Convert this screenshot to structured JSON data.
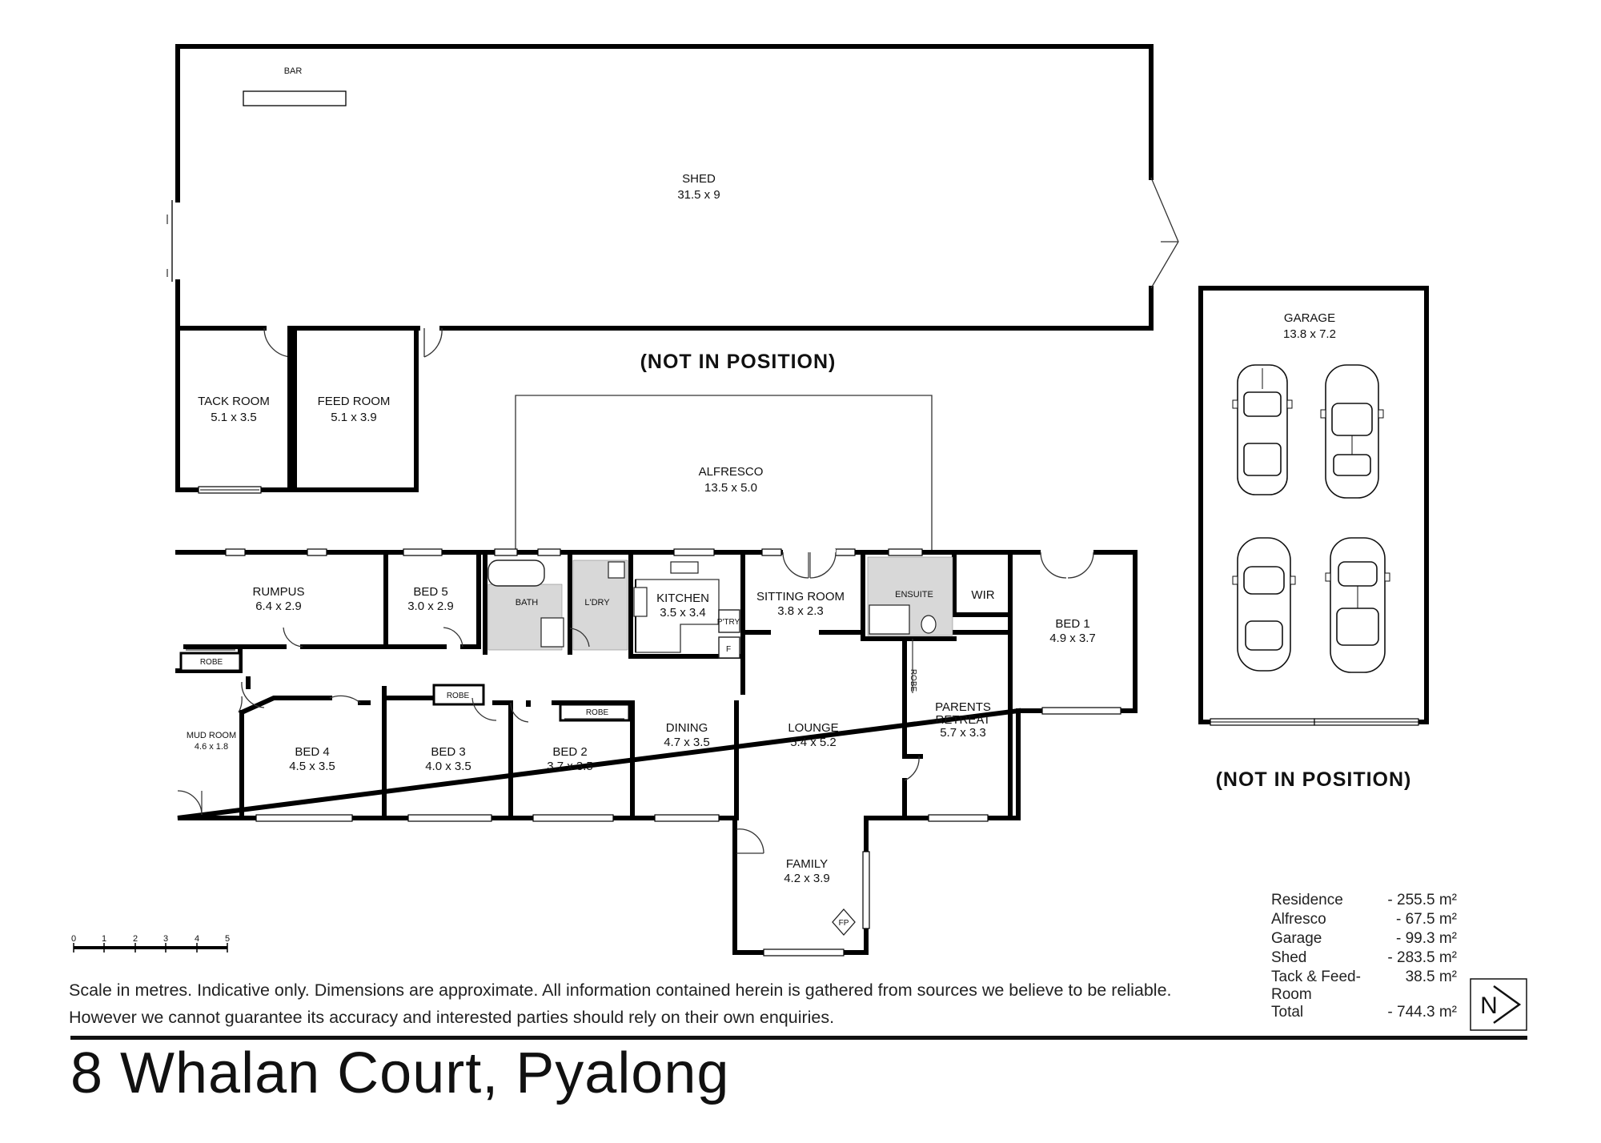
{
  "rooms": {
    "bar": "BAR",
    "shed": {
      "name": "SHED",
      "dims": "31.5 x 9"
    },
    "tack_room": {
      "name": "TACK ROOM",
      "dims": "5.1 x 3.5"
    },
    "feed_room": {
      "name": "FEED ROOM",
      "dims": "5.1 x 3.9"
    },
    "alfresco": {
      "name": "ALFRESCO",
      "dims": "13.5 x 5.0"
    },
    "garage": {
      "name": "GARAGE",
      "dims": "13.8 x 7.2"
    },
    "rumpus": {
      "name": "RUMPUS",
      "dims": "6.4 x 2.9"
    },
    "bed5": {
      "name": "BED 5",
      "dims": "3.0 x 2.9"
    },
    "bath": {
      "name": "BATH"
    },
    "ldry": {
      "name": "L'DRY"
    },
    "kitchen": {
      "name": "KITCHEN",
      "dims": "3.5 x 3.4"
    },
    "ptry": "P'TRY",
    "fridge": "F",
    "sitting_room": {
      "name": "SITTING ROOM",
      "dims": "3.8 x 2.3"
    },
    "ensuite": {
      "name": "ENSUITE"
    },
    "wir": {
      "name": "WIR"
    },
    "bed1": {
      "name": "BED 1",
      "dims": "4.9 x 3.7"
    },
    "robe_mud": "ROBE",
    "mud_room": {
      "name": "MUD ROOM",
      "dims": "4.6 x 1.8"
    },
    "bed4": {
      "name": "BED 4",
      "dims": "4.5 x 3.5"
    },
    "robe_bed3": "ROBE",
    "bed3": {
      "name": "BED 3",
      "dims": "4.0 x 3.5"
    },
    "robe_bed2": "ROBE",
    "bed2": {
      "name": "BED 2",
      "dims": "3.7 x 3.5"
    },
    "dining": {
      "name": "DINING",
      "dims": "4.7 x 3.5"
    },
    "lounge": {
      "name": "LOUNGE",
      "dims": "5.4 x 5.2"
    },
    "robe_parents": "ROBE",
    "parents_retreat": {
      "name": "PARENTS RETREAT",
      "dims": "5.7 x 3.3"
    },
    "family": {
      "name": "FAMILY",
      "dims": "4.2 x 3.9"
    },
    "fireplace": "FP"
  },
  "notices": {
    "not_in_position_shed": "(NOT IN POSITION)",
    "not_in_position_garage": "(NOT IN POSITION)"
  },
  "scale": {
    "ticks": [
      "0",
      "1",
      "2",
      "3",
      "4",
      "5"
    ]
  },
  "disclaimer": "Scale in metres. Indicative only. Dimensions are approximate. All information contained herein is gathered from sources we believe to be reliable. However we cannot guarantee  its accuracy and interested parties should rely on their own enquiries.",
  "areas": [
    {
      "label": "Residence",
      "value": "- 255.5 m²"
    },
    {
      "label": "Alfresco",
      "value": "-    67.5 m²"
    },
    {
      "label": "Garage",
      "value": "-    99.3 m²"
    },
    {
      "label": "Shed",
      "value": "- 283.5 m²"
    },
    {
      "label": "Tack & Feed-",
      "value": "38.5 m²"
    },
    {
      "label": "Room",
      "value": ""
    },
    {
      "label": "Total",
      "value": "- 744.3 m²"
    }
  ],
  "north": {
    "letter": "N"
  },
  "address": "8 Whalan Court, Pyalong"
}
